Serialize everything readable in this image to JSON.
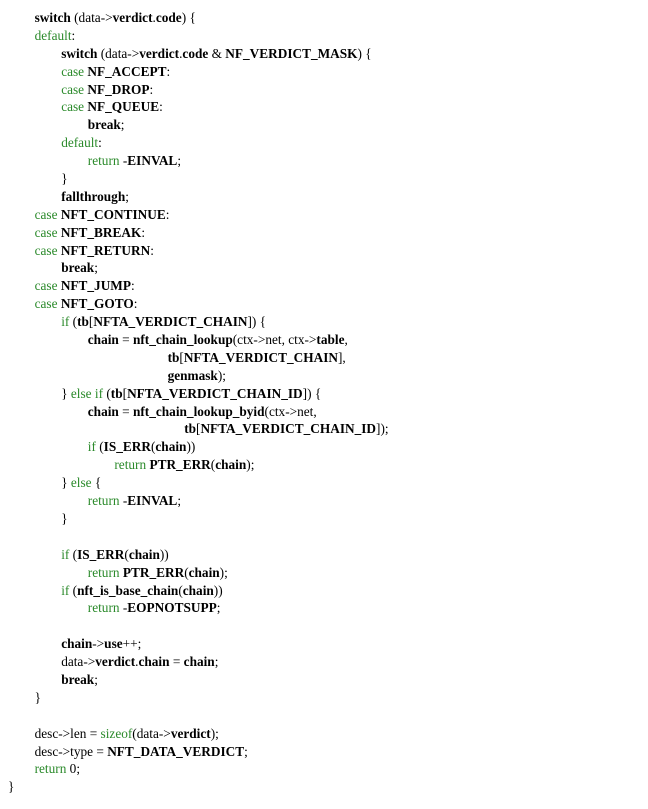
{
  "document": {
    "lines": [
      [
        {
          "t": "        "
        },
        {
          "t": "switch",
          "s": "b"
        },
        {
          "t": " (data->"
        },
        {
          "t": "verdict",
          "s": "b"
        },
        {
          "t": "."
        },
        {
          "t": "code",
          "s": "b"
        },
        {
          "t": ") {"
        }
      ],
      [
        {
          "t": "        "
        },
        {
          "t": "default",
          "s": "k"
        },
        {
          "t": ":"
        }
      ],
      [
        {
          "t": "                "
        },
        {
          "t": "switch",
          "s": "b"
        },
        {
          "t": " (data->"
        },
        {
          "t": "verdict",
          "s": "b"
        },
        {
          "t": "."
        },
        {
          "t": "code",
          "s": "b"
        },
        {
          "t": " & "
        },
        {
          "t": "NF_VERDICT_MASK",
          "s": "b"
        },
        {
          "t": ") {"
        }
      ],
      [
        {
          "t": "                "
        },
        {
          "t": "case",
          "s": "k"
        },
        {
          "t": " "
        },
        {
          "t": "NF_ACCEPT",
          "s": "b"
        },
        {
          "t": ":"
        }
      ],
      [
        {
          "t": "                "
        },
        {
          "t": "case",
          "s": "k"
        },
        {
          "t": " "
        },
        {
          "t": "NF_DROP",
          "s": "b"
        },
        {
          "t": ":"
        }
      ],
      [
        {
          "t": "                "
        },
        {
          "t": "case",
          "s": "k"
        },
        {
          "t": " "
        },
        {
          "t": "NF_QUEUE",
          "s": "b"
        },
        {
          "t": ":"
        }
      ],
      [
        {
          "t": "                        "
        },
        {
          "t": "break",
          "s": "b"
        },
        {
          "t": ";"
        }
      ],
      [
        {
          "t": "                "
        },
        {
          "t": "default",
          "s": "k"
        },
        {
          "t": ":"
        }
      ],
      [
        {
          "t": "                        "
        },
        {
          "t": "return",
          "s": "k"
        },
        {
          "t": " -"
        },
        {
          "t": "EINVAL",
          "s": "b"
        },
        {
          "t": ";"
        }
      ],
      [
        {
          "t": "                }"
        }
      ],
      [
        {
          "t": "                "
        },
        {
          "t": "fallthrough",
          "s": "b"
        },
        {
          "t": ";"
        }
      ],
      [
        {
          "t": "        "
        },
        {
          "t": "case",
          "s": "k"
        },
        {
          "t": " "
        },
        {
          "t": "NFT_CONTINUE",
          "s": "b"
        },
        {
          "t": ":"
        }
      ],
      [
        {
          "t": "        "
        },
        {
          "t": "case",
          "s": "k"
        },
        {
          "t": " "
        },
        {
          "t": "NFT_BREAK",
          "s": "b"
        },
        {
          "t": ":"
        }
      ],
      [
        {
          "t": "        "
        },
        {
          "t": "case",
          "s": "k"
        },
        {
          "t": " "
        },
        {
          "t": "NFT_RETURN",
          "s": "b"
        },
        {
          "t": ":"
        }
      ],
      [
        {
          "t": "                "
        },
        {
          "t": "break",
          "s": "b"
        },
        {
          "t": ";"
        }
      ],
      [
        {
          "t": "        "
        },
        {
          "t": "case",
          "s": "k"
        },
        {
          "t": " "
        },
        {
          "t": "NFT_JUMP",
          "s": "b"
        },
        {
          "t": ":"
        }
      ],
      [
        {
          "t": "        "
        },
        {
          "t": "case",
          "s": "k"
        },
        {
          "t": " "
        },
        {
          "t": "NFT_GOTO",
          "s": "b"
        },
        {
          "t": ":"
        }
      ],
      [
        {
          "t": "                "
        },
        {
          "t": "if",
          "s": "k"
        },
        {
          "t": " ("
        },
        {
          "t": "tb",
          "s": "b"
        },
        {
          "t": "["
        },
        {
          "t": "NFTA_VERDICT_CHAIN",
          "s": "b"
        },
        {
          "t": "]) {"
        }
      ],
      [
        {
          "t": "                        "
        },
        {
          "t": "chain",
          "s": "b"
        },
        {
          "t": " = "
        },
        {
          "t": "nft_chain_lookup",
          "s": "b"
        },
        {
          "t": "(ctx->net, ctx->"
        },
        {
          "t": "table",
          "s": "b"
        },
        {
          "t": ","
        }
      ],
      [
        {
          "t": "                                                "
        },
        {
          "t": "tb",
          "s": "b"
        },
        {
          "t": "["
        },
        {
          "t": "NFTA_VERDICT_CHAIN",
          "s": "b"
        },
        {
          "t": "],"
        }
      ],
      [
        {
          "t": "                                                "
        },
        {
          "t": "genmask",
          "s": "b"
        },
        {
          "t": ");"
        }
      ],
      [
        {
          "t": "                } "
        },
        {
          "t": "else if",
          "s": "k"
        },
        {
          "t": " ("
        },
        {
          "t": "tb",
          "s": "b"
        },
        {
          "t": "["
        },
        {
          "t": "NFTA_VERDICT_CHAIN_ID",
          "s": "b"
        },
        {
          "t": "]) {"
        }
      ],
      [
        {
          "t": "                        "
        },
        {
          "t": "chain",
          "s": "b"
        },
        {
          "t": " = "
        },
        {
          "t": "nft_chain_lookup_byid",
          "s": "b"
        },
        {
          "t": "(ctx->net,"
        }
      ],
      [
        {
          "t": "                                                     "
        },
        {
          "t": "tb",
          "s": "b"
        },
        {
          "t": "["
        },
        {
          "t": "NFTA_VERDICT_CHAIN_ID",
          "s": "b"
        },
        {
          "t": "]);"
        }
      ],
      [
        {
          "t": "                        "
        },
        {
          "t": "if",
          "s": "k"
        },
        {
          "t": " ("
        },
        {
          "t": "IS_ERR",
          "s": "b"
        },
        {
          "t": "("
        },
        {
          "t": "chain",
          "s": "b"
        },
        {
          "t": "))"
        }
      ],
      [
        {
          "t": "                                "
        },
        {
          "t": "return",
          "s": "k"
        },
        {
          "t": " "
        },
        {
          "t": "PTR_ERR",
          "s": "b"
        },
        {
          "t": "("
        },
        {
          "t": "chain",
          "s": "b"
        },
        {
          "t": ");"
        }
      ],
      [
        {
          "t": "                } "
        },
        {
          "t": "else",
          "s": "k"
        },
        {
          "t": " {"
        }
      ],
      [
        {
          "t": "                        "
        },
        {
          "t": "return",
          "s": "k"
        },
        {
          "t": " -"
        },
        {
          "t": "EINVAL",
          "s": "b"
        },
        {
          "t": ";"
        }
      ],
      [
        {
          "t": "                }"
        }
      ],
      [
        {
          "t": ""
        }
      ],
      [
        {
          "t": "                "
        },
        {
          "t": "if",
          "s": "k"
        },
        {
          "t": " ("
        },
        {
          "t": "IS_ERR",
          "s": "b"
        },
        {
          "t": "("
        },
        {
          "t": "chain",
          "s": "b"
        },
        {
          "t": "))"
        }
      ],
      [
        {
          "t": "                        "
        },
        {
          "t": "return",
          "s": "k"
        },
        {
          "t": " "
        },
        {
          "t": "PTR_ERR",
          "s": "b"
        },
        {
          "t": "("
        },
        {
          "t": "chain",
          "s": "b"
        },
        {
          "t": ");"
        }
      ],
      [
        {
          "t": "                "
        },
        {
          "t": "if",
          "s": "k"
        },
        {
          "t": " ("
        },
        {
          "t": "nft_is_base_chain",
          "s": "b"
        },
        {
          "t": "("
        },
        {
          "t": "chain",
          "s": "b"
        },
        {
          "t": "))"
        }
      ],
      [
        {
          "t": "                        "
        },
        {
          "t": "return",
          "s": "k"
        },
        {
          "t": " -"
        },
        {
          "t": "EOPNOTSUPP",
          "s": "b"
        },
        {
          "t": ";"
        }
      ],
      [
        {
          "t": ""
        }
      ],
      [
        {
          "t": "                "
        },
        {
          "t": "chain",
          "s": "b"
        },
        {
          "t": "->"
        },
        {
          "t": "use",
          "s": "b"
        },
        {
          "t": "++;"
        }
      ],
      [
        {
          "t": "                data->"
        },
        {
          "t": "verdict",
          "s": "b"
        },
        {
          "t": "."
        },
        {
          "t": "chain",
          "s": "b"
        },
        {
          "t": " = "
        },
        {
          "t": "chain",
          "s": "b"
        },
        {
          "t": ";"
        }
      ],
      [
        {
          "t": "                "
        },
        {
          "t": "break",
          "s": "b"
        },
        {
          "t": ";"
        }
      ],
      [
        {
          "t": "        }"
        }
      ],
      [
        {
          "t": ""
        }
      ],
      [
        {
          "t": "        desc->len = "
        },
        {
          "t": "sizeof",
          "s": "k"
        },
        {
          "t": "(data->"
        },
        {
          "t": "verdict",
          "s": "b"
        },
        {
          "t": ");"
        }
      ],
      [
        {
          "t": "        desc->type = "
        },
        {
          "t": "NFT_DATA_VERDICT",
          "s": "b"
        },
        {
          "t": ";"
        }
      ],
      [
        {
          "t": "        "
        },
        {
          "t": "return",
          "s": "k"
        },
        {
          "t": " 0;"
        }
      ],
      [
        {
          "t": "}"
        }
      ]
    ]
  }
}
